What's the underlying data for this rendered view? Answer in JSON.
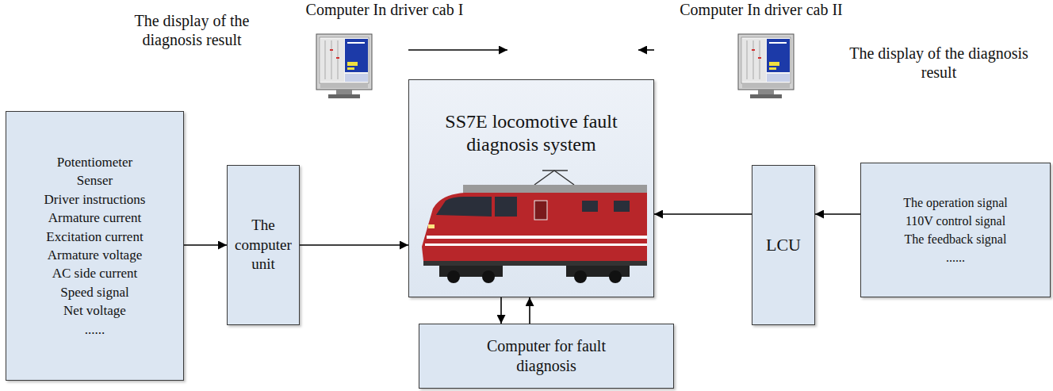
{
  "diagram": {
    "nodes": [
      {
        "text": [
          "Computer In driver cab I"
        ]
      },
      {
        "text": [
          "Computer In driver cab II"
        ]
      },
      {
        "text": [
          "Potentiometer",
          "Senser",
          "Driver instructions",
          "Armature current",
          "Excitation current",
          "Armature voltage",
          "AC side current",
          "Speed signal",
          "Net voltage",
          "......"
        ]
      },
      {
        "text": [
          "The computer unit"
        ]
      },
      {
        "text": [
          "SS7E locomotive fault diagnosis system"
        ]
      },
      {
        "text": [
          "Computer for fault diagnosis"
        ]
      },
      {
        "text": [
          "LCU"
        ]
      },
      {
        "text": [
          "The operation signal",
          "110V control signal",
          "The feedback signal",
          "......"
        ]
      }
    ],
    "edges": [
      {
        "from": 2,
        "to": 3,
        "arrow": "to"
      },
      {
        "from": 3,
        "to": 4,
        "arrow": "to"
      },
      {
        "from": 4,
        "to": 0,
        "arrow": "to"
      },
      {
        "from": 4,
        "to": 1,
        "arrow": "to"
      },
      {
        "from": 4,
        "to": 5,
        "arrow": "to"
      },
      {
        "from": 5,
        "to": 4,
        "arrow": "to"
      },
      {
        "from": 6,
        "to": 4,
        "arrow": "to"
      },
      {
        "from": 7,
        "to": 6,
        "arrow": "to"
      }
    ],
    "labels": [
      "The display of the diagnosis result",
      "The display of the diagnosis result"
    ]
  }
}
